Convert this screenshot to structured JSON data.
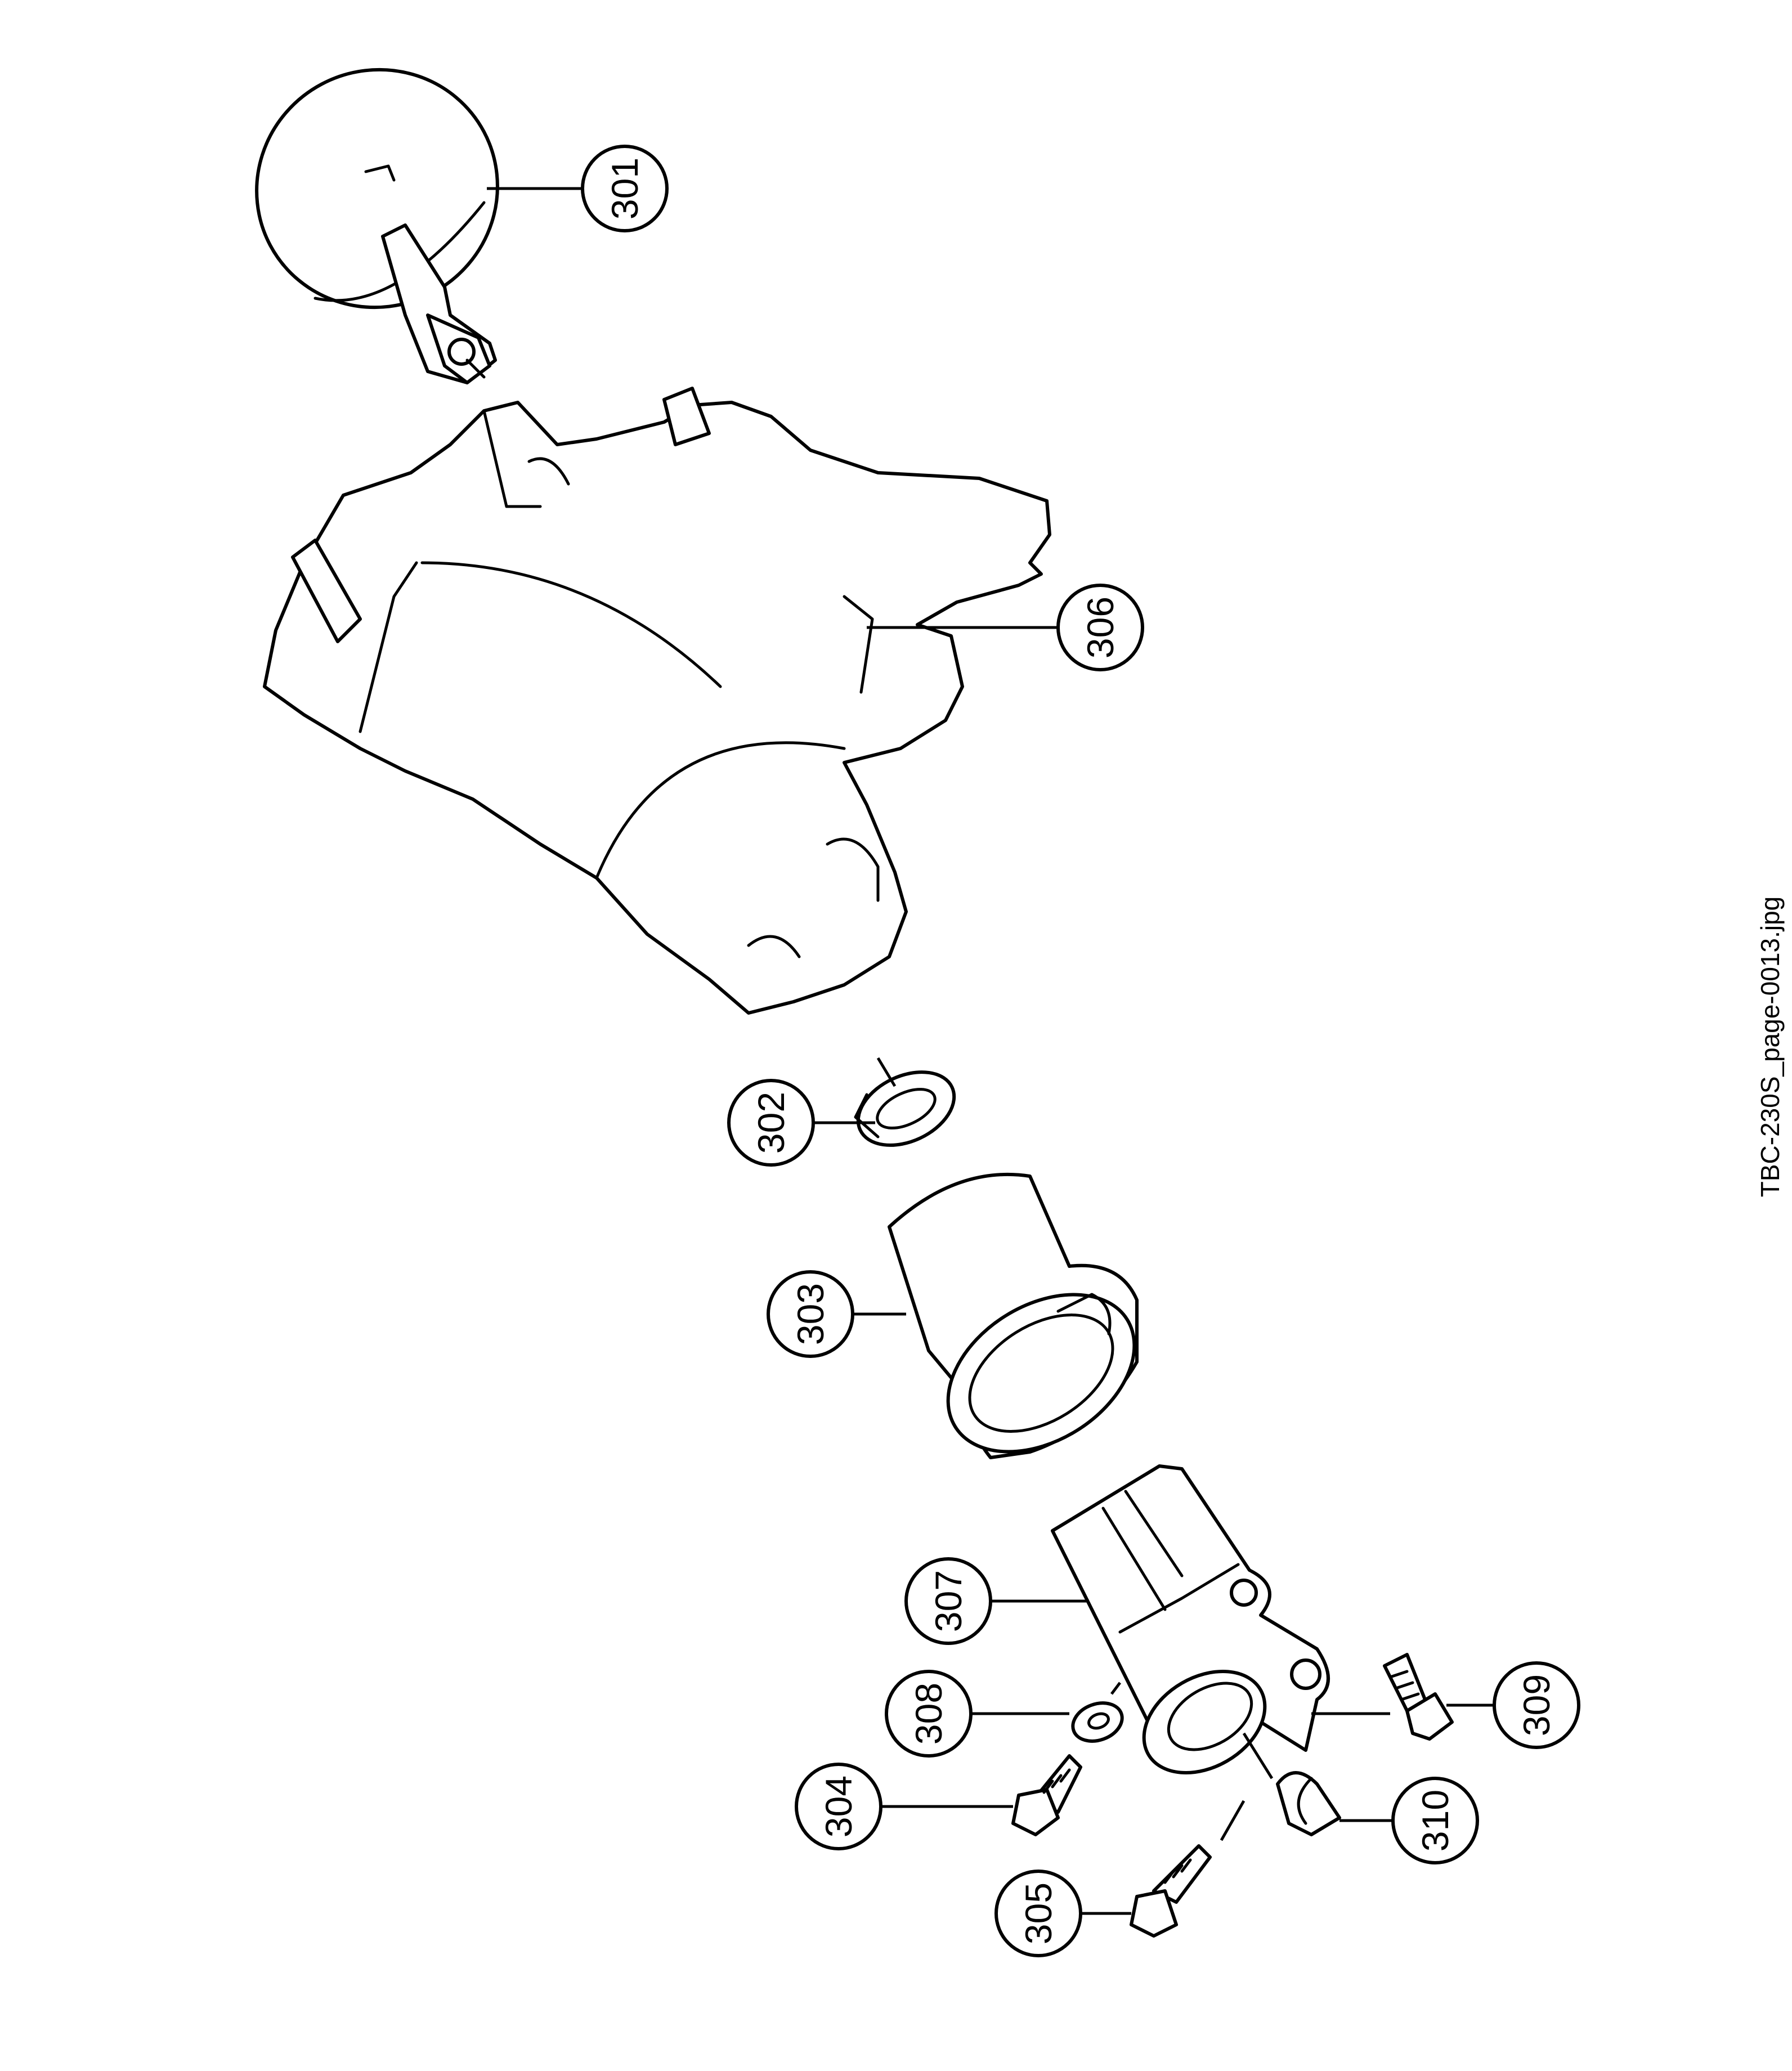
{
  "callouts": [
    "301",
    "306",
    "302",
    "303",
    "307",
    "308",
    "304",
    "305",
    "309",
    "310"
  ],
  "file_label": "TBC-230S_page-0013.jpg"
}
